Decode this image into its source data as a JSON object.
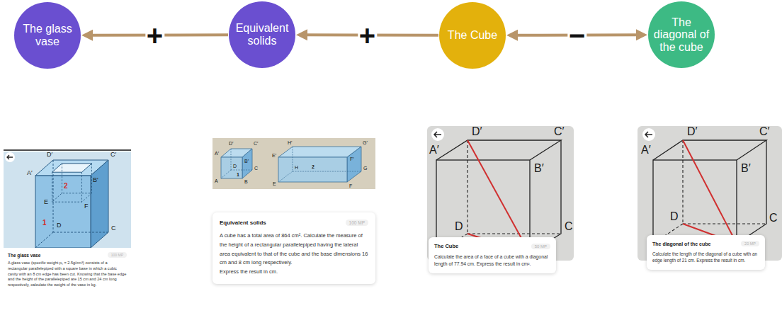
{
  "diagram": {
    "nodes": [
      {
        "text": [
          "The glass vase"
        ]
      },
      {
        "text": [
          "Equivalent solids"
        ]
      },
      {
        "text": [
          "The Cube"
        ]
      },
      {
        "text": [
          "The diagonal of the cube"
        ]
      },
      {
        "text": [
          "The glass vase",
          "100 MP",
          "A glass vase (specific weight pₛ = 2.5g/cm³) consists of a rectangular parallelepiped with a square base in which a cubic cavity with an 8 cm edge has been cut. Knowing that the base edge and the height of the parallelepiped are 15 cm and 24 cm long respectively, calculate the weight of the vase in kg."
        ]
      },
      {
        "text": [
          "Equivalent solids",
          "100 MP",
          "A cube has a total area of 864 cm². Calculate the measure of the height of a rectangular parallelepiped having the lateral area equivalent to that of the cube and the base dimensions 16 cm and 8 cm long respectively.",
          "Express the result in cm."
        ]
      },
      {
        "text": [
          "The Cube",
          "50 MP",
          "Calculate the area of a face of a cube with a diagonal length of 77.94 cm. Express the result in cm²."
        ]
      },
      {
        "text": [
          "The diagonal of the cube",
          "20 MP",
          "Calculate the length of the diagonal of a cube with an edge length of 21 cm. Express the result in cm."
        ]
      }
    ],
    "edges": [
      {
        "from": 1,
        "to": 0,
        "arrow": "to",
        "label": "+"
      },
      {
        "from": 2,
        "to": 1,
        "arrow": "to",
        "label": "+"
      },
      {
        "from": 2,
        "to": 3,
        "arrow": "both",
        "label": "−"
      }
    ],
    "labels": [
      "D′",
      "C′",
      "A′",
      "2",
      "B′",
      "E",
      "F",
      "1",
      "D",
      "C",
      "D′",
      "C′",
      "A′",
      "B′",
      "1",
      "D",
      "C",
      "A",
      "B",
      "H′",
      "G′",
      "E′",
      "F′",
      "2",
      "H",
      "G",
      "E",
      "F",
      "D′",
      "C′",
      "A′",
      "B′",
      "D",
      "C",
      "D′",
      "C′",
      "A′",
      "B′",
      "D",
      "C"
    ]
  }
}
